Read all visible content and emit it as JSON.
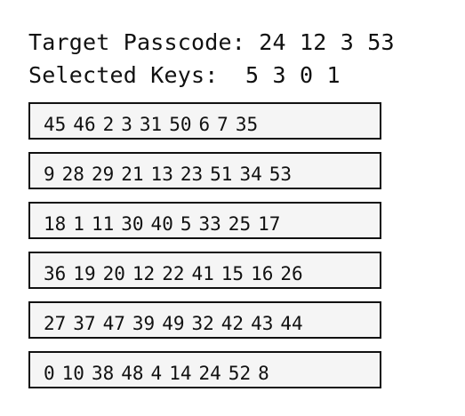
{
  "target": {
    "label": "Target Passcode:",
    "value": "24 12 3 53"
  },
  "selected": {
    "label": "Selected Keys:",
    "value": "5 3 0 1"
  },
  "rows": [
    [
      "45",
      "46",
      "2",
      "3",
      "31",
      "50",
      "6",
      "7",
      "35"
    ],
    [
      "9",
      "28",
      "29",
      "21",
      "13",
      "23",
      "51",
      "34",
      "53"
    ],
    [
      "18",
      "1",
      "11",
      "30",
      "40",
      "5",
      "33",
      "25",
      "17"
    ],
    [
      "36",
      "19",
      "20",
      "12",
      "22",
      "41",
      "15",
      "16",
      "26"
    ],
    [
      "27",
      "37",
      "47",
      "39",
      "49",
      "32",
      "42",
      "43",
      "44"
    ],
    [
      "0",
      "10",
      "38",
      "48",
      "4",
      "14",
      "24",
      "52",
      "8"
    ]
  ]
}
